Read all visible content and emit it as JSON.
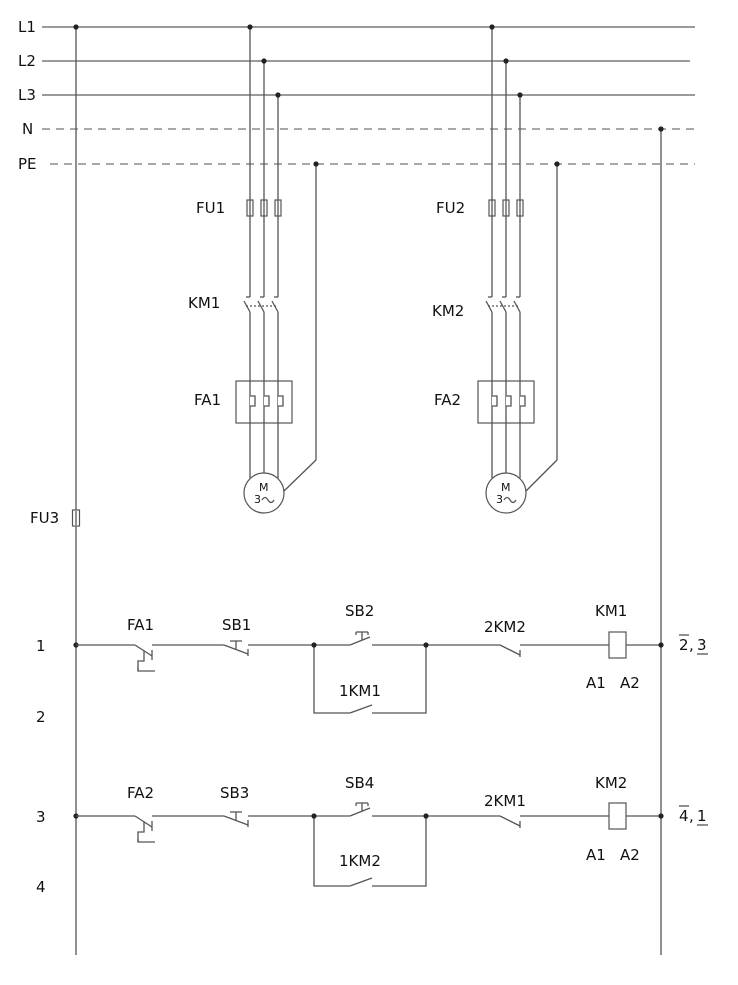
{
  "buses": [
    "L1",
    "L2",
    "L3",
    "N",
    "PE"
  ],
  "power": {
    "fu1": "FU1",
    "km1": "KM1",
    "fa1": "FA1",
    "fu2": "FU2",
    "km2": "KM2",
    "fa2": "FA2",
    "motor_m": "M",
    "motor_3": "3"
  },
  "control": {
    "fu3": "FU3",
    "rows": [
      "1",
      "2",
      "3",
      "4"
    ],
    "r1": {
      "fa": "FA1",
      "sb_stop": "SB1",
      "sb_start": "SB2",
      "hold": "1KM1",
      "interlock": "2KM2",
      "coil": "KM1",
      "a1": "A1",
      "a2": "A2",
      "ref_a": "2",
      "ref_b": "3"
    },
    "r3": {
      "fa": "FA2",
      "sb_stop": "SB3",
      "sb_start": "SB4",
      "hold": "1KM2",
      "interlock": "2KM1",
      "coil": "KM2",
      "a1": "A1",
      "a2": "A2",
      "ref_a": "4",
      "ref_b": "1"
    }
  }
}
